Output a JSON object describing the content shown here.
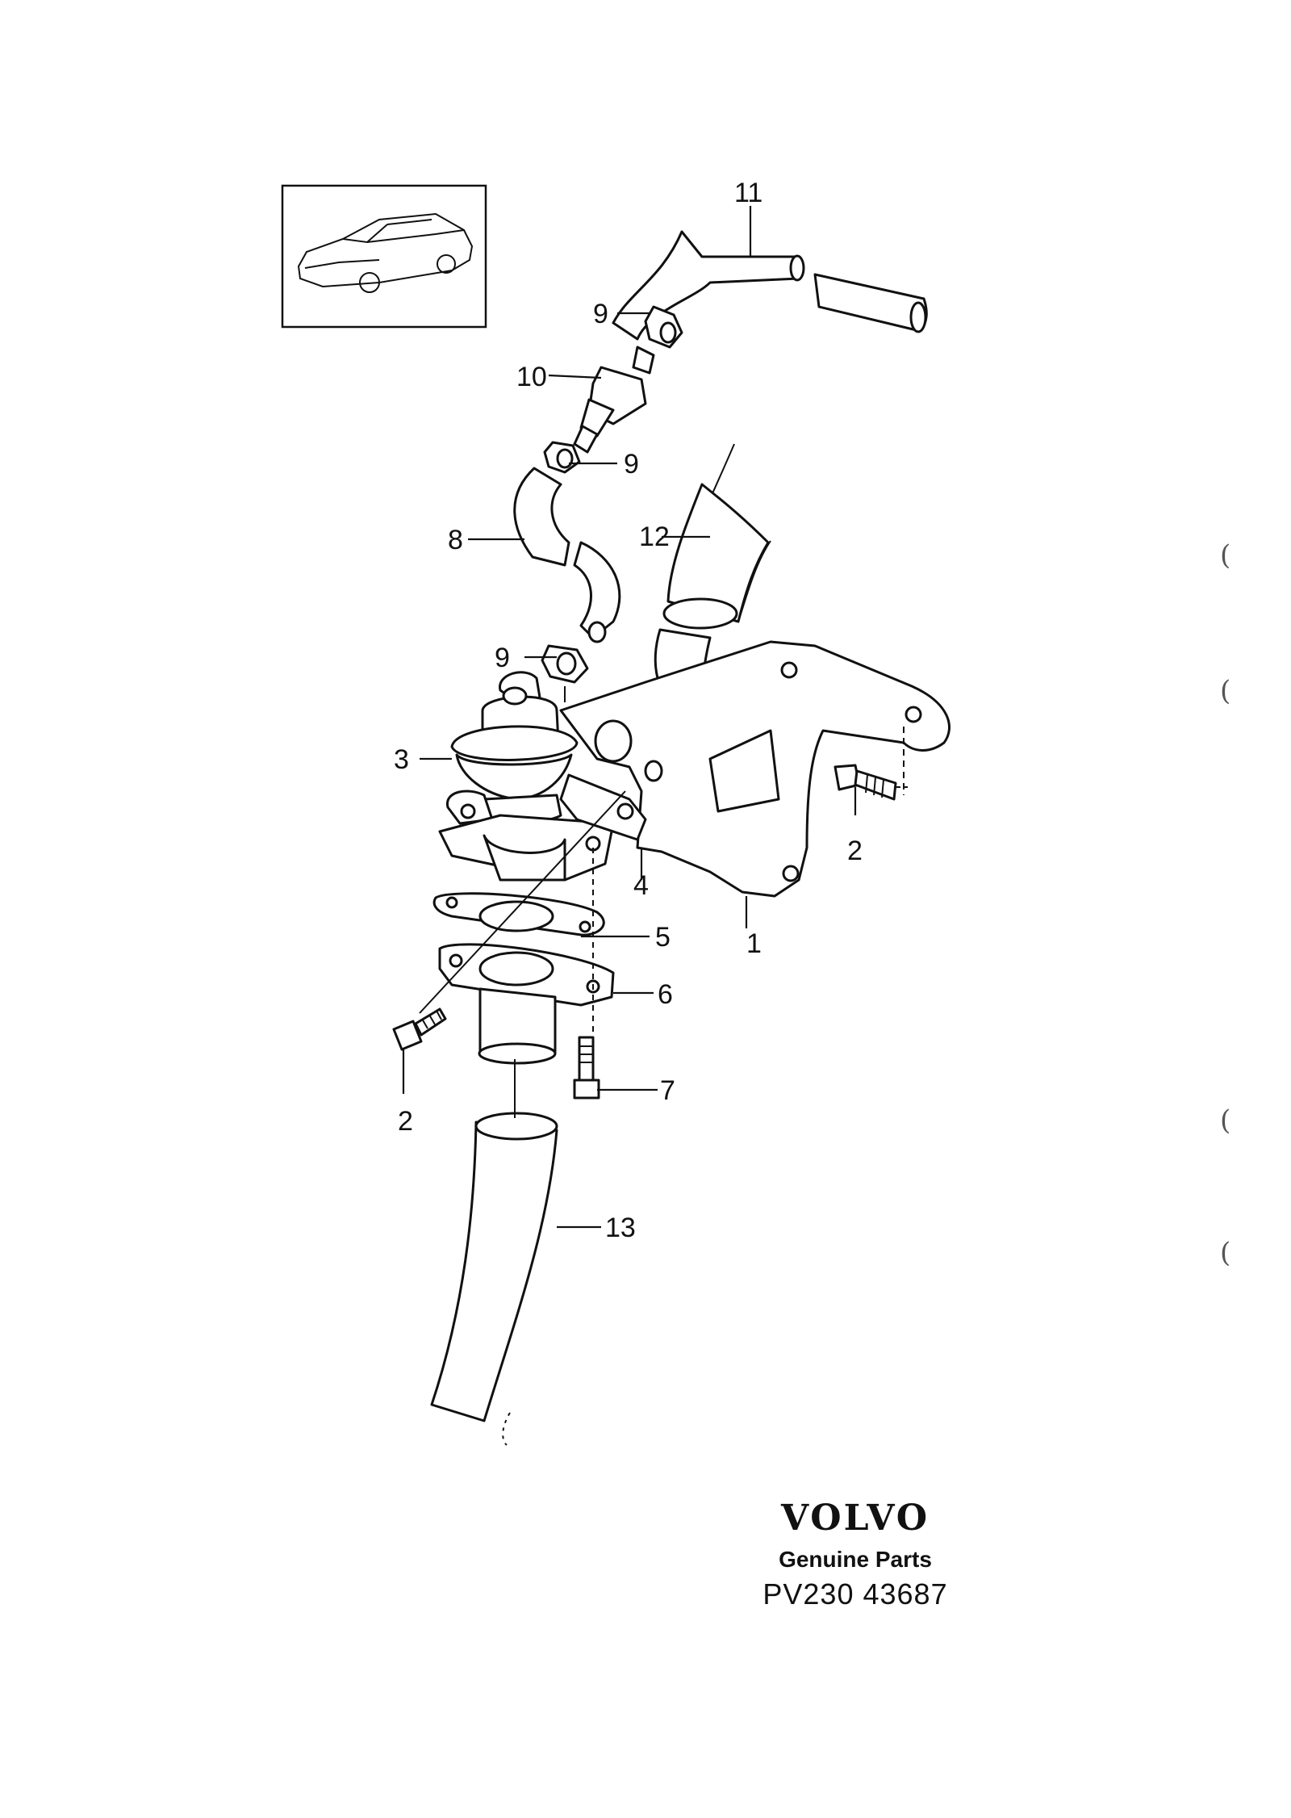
{
  "callouts": {
    "c1": "1",
    "c2a": "2",
    "c2b": "2",
    "c3": "3",
    "c4": "4",
    "c5": "5",
    "c6": "6",
    "c7": "7",
    "c8": "8",
    "c9a": "9",
    "c9b": "9",
    "c9c": "9",
    "c10": "10",
    "c11": "11",
    "c12": "12",
    "c13": "13"
  },
  "brand": {
    "logo": "VOLVO",
    "subtitle": "Genuine Parts",
    "code": "PV230 43687"
  },
  "margin_marks": [
    "(",
    "(",
    "(",
    "("
  ],
  "colors": {
    "ink": "#111111",
    "paper": "#ffffff"
  },
  "icons": [
    "car-thumbnail-icon"
  ]
}
